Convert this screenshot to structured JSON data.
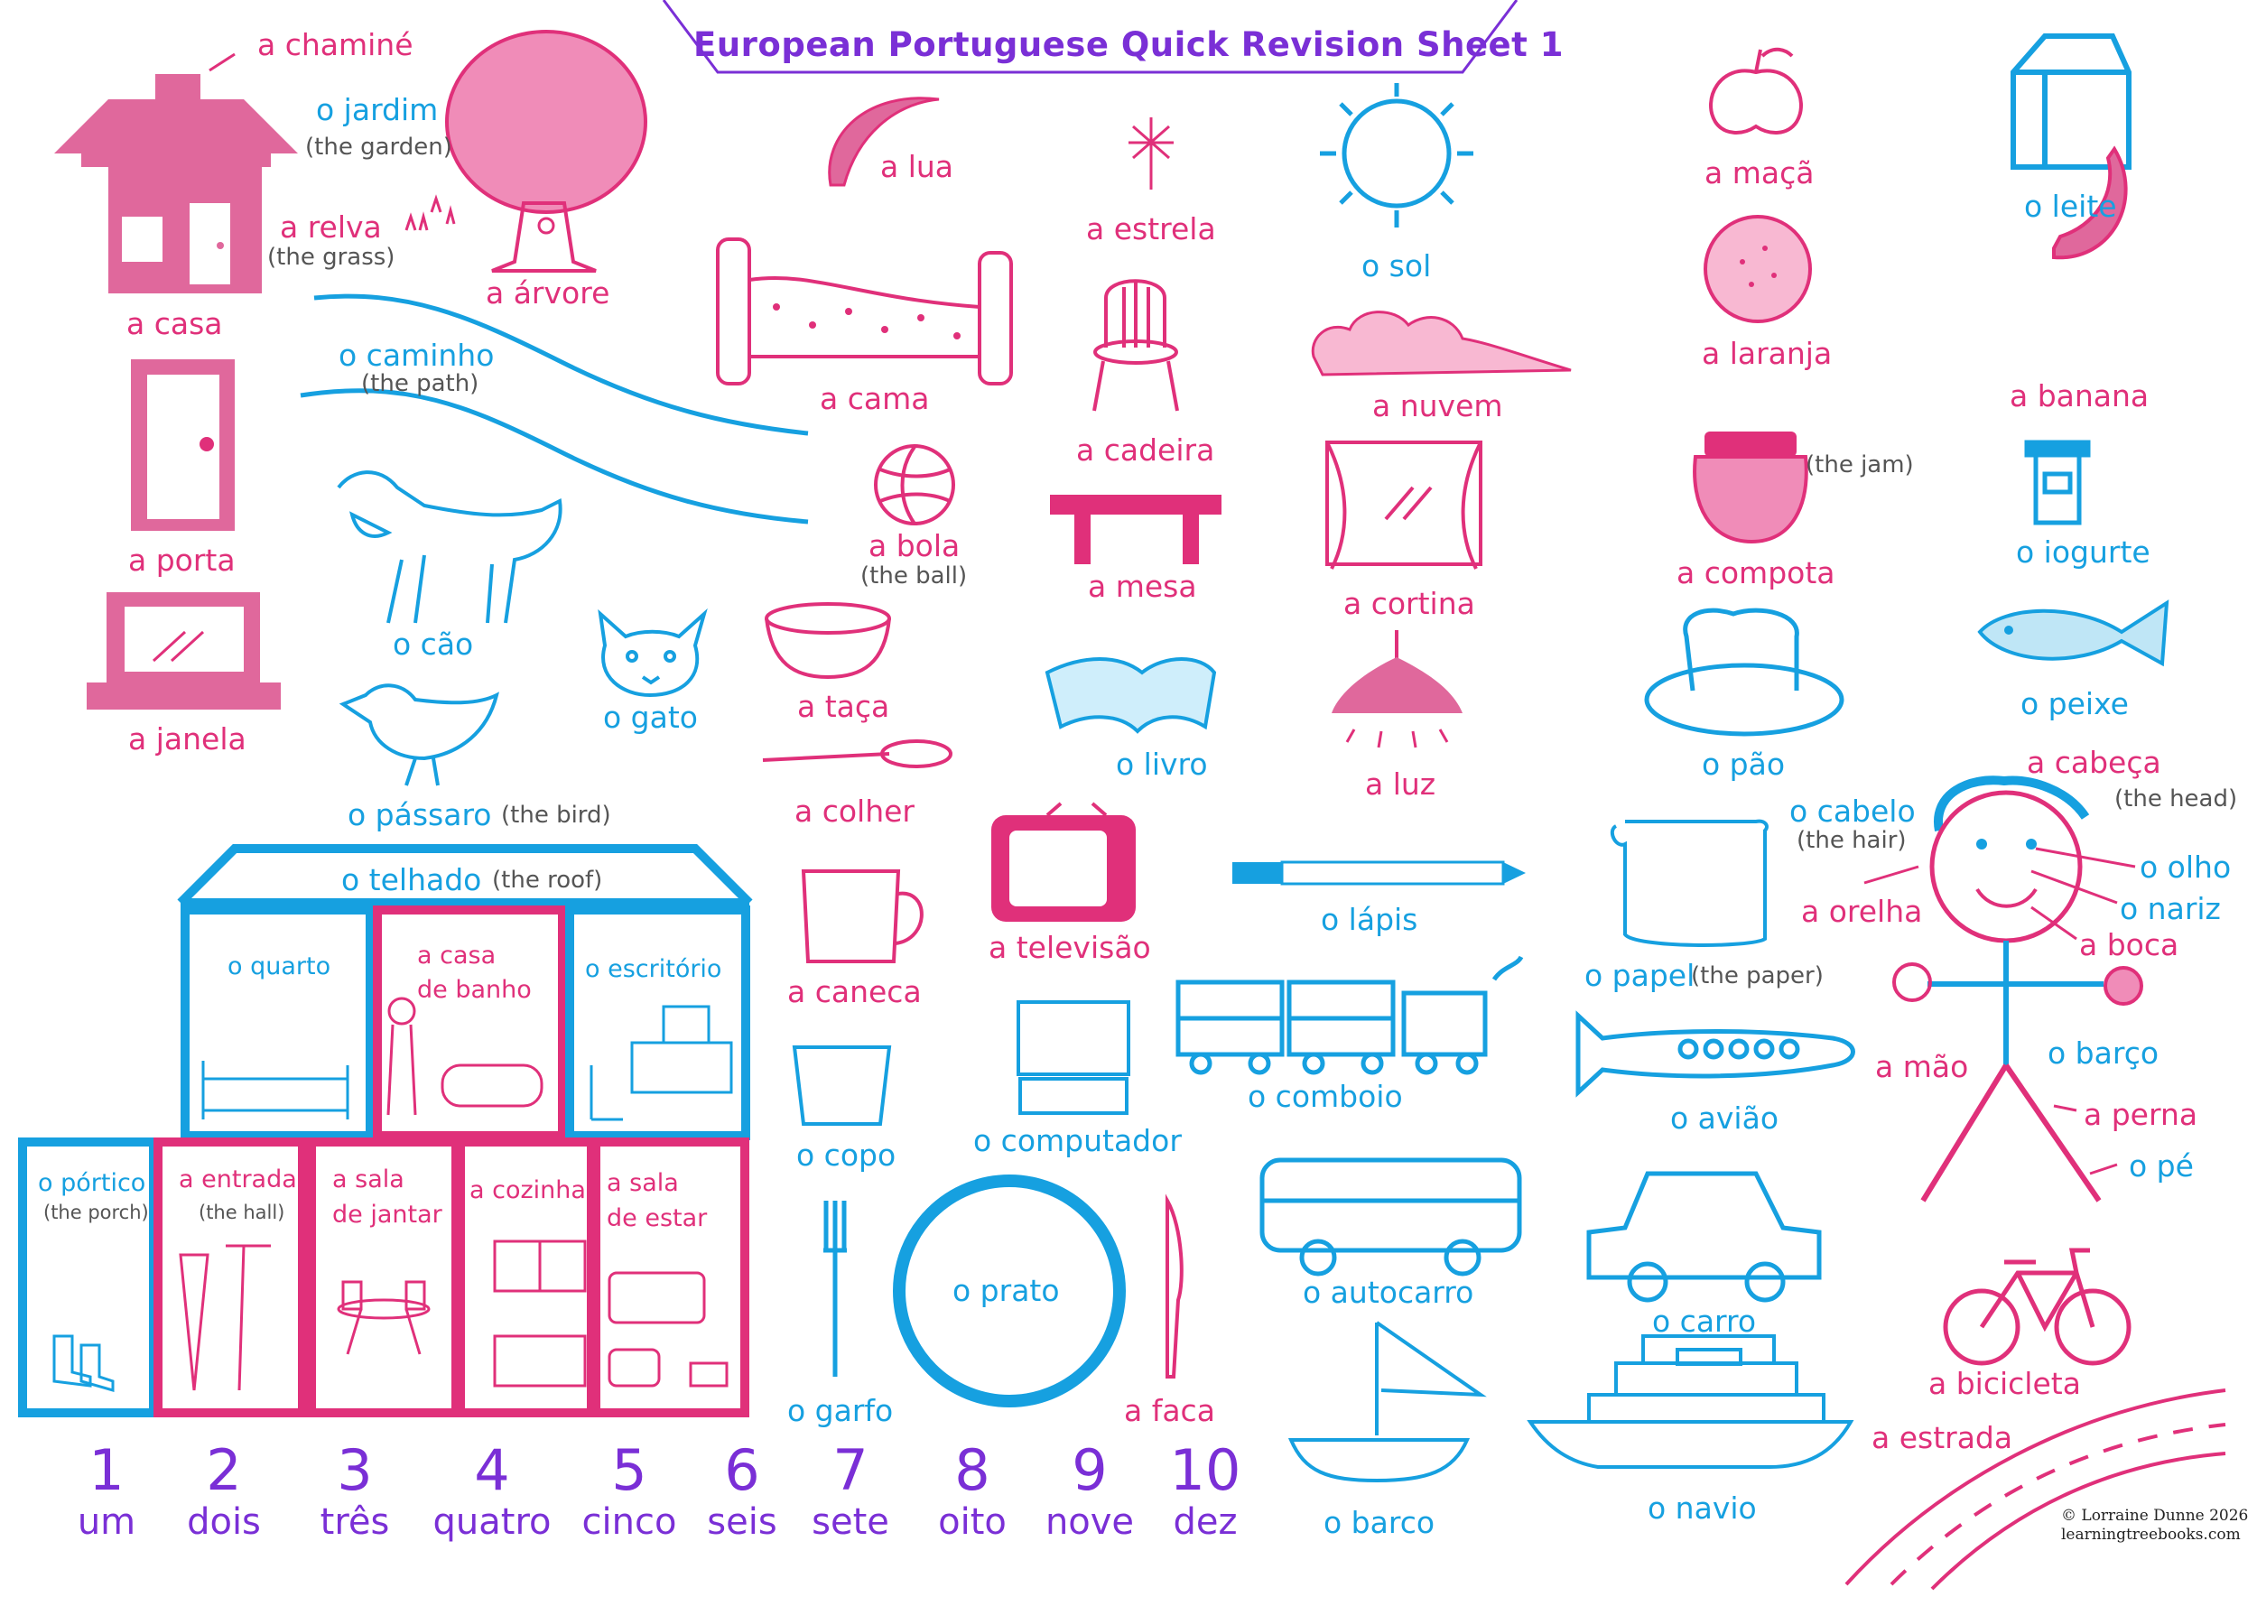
{
  "title": "European Portuguese Quick Revision Sheet 1",
  "colors": {
    "pink": "#e0307a",
    "blue": "#16a0e0",
    "purple": "#7a2fd6",
    "gray": "#555555"
  },
  "words": {
    "chamine": "a chaminé",
    "jardim": "o jardim",
    "jardim_en": "(the garden)",
    "relva": "a relva",
    "relva_en": "(the grass)",
    "casa": "a casa",
    "arvore": "a árvore",
    "caminho": "o caminho",
    "caminho_en": "(the path)",
    "porta": "a porta",
    "janela": "a janela",
    "cao": "o cão",
    "gato": "o gato",
    "passaro": "o pássaro",
    "passaro_en": "(the bird)",
    "lua": "a lua",
    "estrela": "a estrela",
    "sol": "o sol",
    "cama": "a cama",
    "cadeira": "a cadeira",
    "nuvem": "a nuvem",
    "bola": "a bola",
    "bola_en": "(the ball)",
    "mesa": "a mesa",
    "cortina": "a cortina",
    "taca": "a taça",
    "livro": "o livro",
    "luz": "a luz",
    "colher": "a colher",
    "televisao": "a televisão",
    "lapis": "o lápis",
    "caneca": "a caneca",
    "comboio": "o comboio",
    "computador": "o computador",
    "copo": "o copo",
    "autocarro": "o autocarro",
    "prato": "o prato",
    "garfo": "o garfo",
    "faca": "a faca",
    "barco": "o barco",
    "navio": "o navio",
    "maca": "a maçã",
    "leite": "o leite",
    "laranja": "a laranja",
    "banana": "a banana",
    "compota": "a compota",
    "compota_en": "(the jam)",
    "iogurte": "o iogurte",
    "pao": "o pão",
    "peixe": "o peixe",
    "papel": "o papel",
    "papel_en": "(the paper)",
    "aviao": "o avião",
    "carro": "o carro",
    "bicicleta": "a bicicleta",
    "estrada": "a estrada",
    "cabeca": "a cabeça",
    "cabeca_en": "(the head)",
    "cabelo": "o cabelo",
    "cabelo_en": "(the hair)",
    "olho": "o olho",
    "nariz": "o nariz",
    "orelha": "a orelha",
    "boca": "a boca",
    "mao": "a mão",
    "barco_arm": "o barço",
    "perna": "a perna",
    "pe": "o pé"
  },
  "house": {
    "telhado": "o telhado",
    "telhado_en": "(the roof)",
    "quarto": "o quarto",
    "casa_de_banho_1": "a casa",
    "casa_de_banho_2": "de banho",
    "escritorio": "o escritório",
    "portico": "o pórtico",
    "portico_en": "(the porch)",
    "entrada": "a entrada",
    "entrada_en": "(the hall)",
    "sala_jantar_1": "a sala",
    "sala_jantar_2": "de jantar",
    "cozinha": "a cozinha",
    "sala_estar_1": "a sala",
    "sala_estar_2": "de estar"
  },
  "numbers": [
    {
      "n": "1",
      "w": "um"
    },
    {
      "n": "2",
      "w": "dois"
    },
    {
      "n": "3",
      "w": "três"
    },
    {
      "n": "4",
      "w": "quatro"
    },
    {
      "n": "5",
      "w": "cinco"
    },
    {
      "n": "6",
      "w": "seis"
    },
    {
      "n": "7",
      "w": "sete"
    },
    {
      "n": "8",
      "w": "oito"
    },
    {
      "n": "9",
      "w": "nove"
    },
    {
      "n": "10",
      "w": "dez"
    }
  ],
  "copyright": {
    "line1": "© Lorraine Dunne 2026",
    "line2": "learningtreebooks.com"
  }
}
